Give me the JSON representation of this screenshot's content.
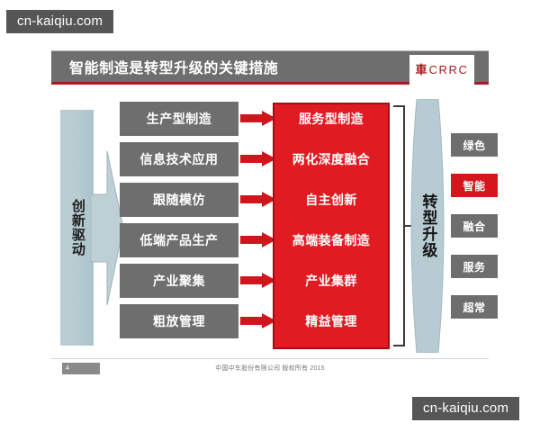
{
  "watermarks": {
    "top": "cn-kaiqiu.com",
    "bottom": "cn-kaiqiu.com"
  },
  "slide": {
    "title": "智能制造是转型升级的关键措施",
    "logo": {
      "mark": "車",
      "text": "CRRC"
    },
    "driver": {
      "label": "创新驱动"
    },
    "current_state_boxes": [
      {
        "label": "生产型制造"
      },
      {
        "label": "信息技术应用"
      },
      {
        "label": "跟随模仿"
      },
      {
        "label": "低端产品生产"
      },
      {
        "label": "产业聚集"
      },
      {
        "label": "粗放管理"
      }
    ],
    "target_state_items": [
      {
        "label": "服务型制造"
      },
      {
        "label": "两化深度融合"
      },
      {
        "label": "自主创新"
      },
      {
        "label": "高端装备制造"
      },
      {
        "label": "产业集群"
      },
      {
        "label": "精益管理"
      }
    ],
    "outcome": {
      "label": "转型升级"
    },
    "outcome_tags": [
      {
        "label": "绿色",
        "highlighted": false
      },
      {
        "label": "智能",
        "highlighted": true
      },
      {
        "label": "融合",
        "highlighted": false
      },
      {
        "label": "服务",
        "highlighted": false
      },
      {
        "label": "超常",
        "highlighted": false
      }
    ],
    "footer": {
      "page_number": "4",
      "copyright": "中国中车股份有限公司 版权所有 2015"
    }
  },
  "colors": {
    "brand_red": "#e01b22",
    "dark_red": "#a61b22",
    "grey_box": "#6e6e6e",
    "teal": "#b7ccd2",
    "watermark_bg": "#565656"
  }
}
